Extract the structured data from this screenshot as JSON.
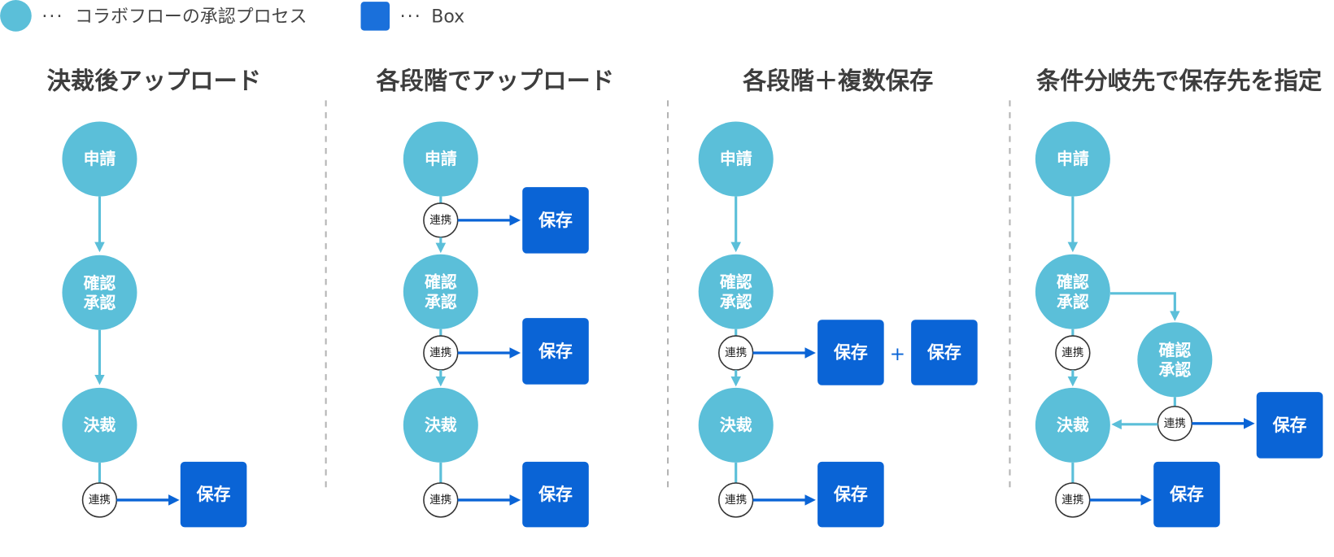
{
  "colors": {
    "process": "#5bbfd9",
    "box": "#0a64d6",
    "legend_box": "#1a70db",
    "title": "#3d3d3d",
    "legend_text": "#444444",
    "divider": "#b4b4b4",
    "link_fill": "#ffffff",
    "link_stroke": "#333333",
    "link_text": "#222222",
    "label_on_fill": "#ffffff"
  },
  "legend": [
    {
      "icon": "process-circle",
      "marker": "···",
      "label": "コラボフローの承認プロセス"
    },
    {
      "icon": "box-square",
      "marker": "···",
      "label": "Box"
    }
  ],
  "columns": [
    {
      "title": "決裁後アップロード",
      "steps": [
        {
          "label": "申請"
        },
        {
          "label": [
            "確認",
            "承認"
          ]
        },
        {
          "label": "決裁",
          "link": "連携",
          "save": "保存"
        }
      ]
    },
    {
      "title": "各段階でアップロード",
      "steps": [
        {
          "label": "申請",
          "link": "連携",
          "save": "保存"
        },
        {
          "label": [
            "確認",
            "承認"
          ],
          "link": "連携",
          "save": "保存"
        },
        {
          "label": "決裁",
          "link": "連携",
          "save": "保存"
        }
      ]
    },
    {
      "title": "各段階＋複数保存",
      "steps": [
        {
          "label": "申請"
        },
        {
          "label": [
            "確認",
            "承認"
          ],
          "link": "連携",
          "save": [
            "保存",
            "保存"
          ],
          "joiner": "+"
        },
        {
          "label": "決裁",
          "link": "連携",
          "save": "保存"
        }
      ]
    },
    {
      "title": "条件分岐先で保存先を指定",
      "steps": [
        {
          "label": "申請"
        },
        {
          "label": [
            "確認",
            "承認"
          ],
          "link": "連携"
        },
        {
          "label": "決裁",
          "link": "連携",
          "save": "保存"
        }
      ],
      "branch": {
        "label": [
          "確認",
          "承認"
        ],
        "link": "連携",
        "save": "保存"
      }
    }
  ]
}
